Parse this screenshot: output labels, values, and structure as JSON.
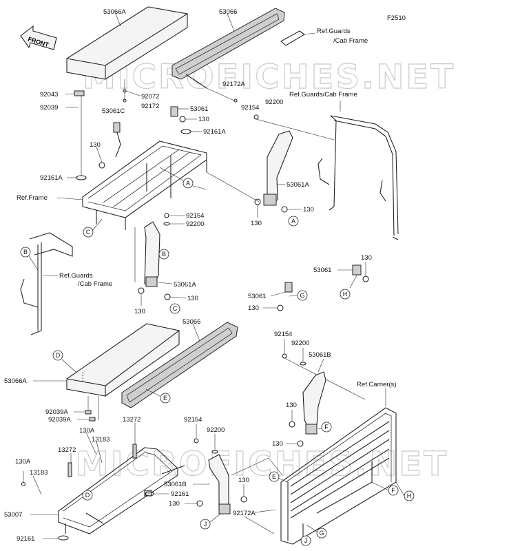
{
  "figure_code": "F2510",
  "front_label": "FRONT",
  "watermark": "MICROFICHES.NET",
  "labels": {
    "p53066a_top": "53066A",
    "p53066_top": "53066",
    "ref_guards_cab_1a": "Ref.Guards",
    "ref_guards_cab_1b": "/Cab Frame",
    "p92043": "92043",
    "p92039": "92039",
    "p92072": "92072",
    "p92172_a": "92172",
    "p92172a_top": "92172A",
    "p53061c": "53061C",
    "p53061_top": "53061",
    "p130_a": "130",
    "p92161a_top": "92161A",
    "p92154_top": "92154",
    "p92200_top": "92200",
    "ref_guards_cab_right": "Ref.Guards/Cab Frame",
    "p130_left": "130",
    "p92161a_left": "92161A",
    "ref_frame": "Ref.Frame",
    "p53061a_right": "53061A",
    "p130_right1": "130",
    "p130_right2": "130",
    "p92154_mid": "92154",
    "p92200_mid": "92200",
    "ref_guards_cab_2a": "Ref.Guards",
    "ref_guards_cab_2b": "/Cab Frame",
    "p53061a_mid": "53061A",
    "p130_mid1": "130",
    "p130_mid2": "130",
    "p53061_mid_right": "53061",
    "p130_h": "130",
    "p53061_g": "53061",
    "p130_g": "130",
    "p53066_bottom": "53066",
    "p92154_br": "92154",
    "p92200_br": "92200",
    "p53061b_br": "53061B",
    "ref_carriers": "Ref.Carrier(s)",
    "p53066a_bottom": "53066A",
    "p92039a_1": "92039A",
    "p92039a_2": "92039A",
    "p13272_1": "13272",
    "p130a_1": "130A",
    "p13183_1": "13183",
    "p13272_2": "13272",
    "p130_bf1": "130",
    "p130_bf2": "130",
    "p92154_bm": "92154",
    "p92200_bm": "92200",
    "p130a_2": "130A",
    "p13183_2": "13183",
    "p53061b_bm": "53061B",
    "p92161_bm": "92161",
    "p130_bm": "130",
    "p130_bm2": "130",
    "p92172a_bm": "92172A",
    "p53007": "53007",
    "p92161_bl": "92161"
  },
  "callouts": {
    "a1": "A",
    "a2": "A",
    "b1": "B",
    "b2": "B",
    "c1": "C",
    "c2": "C",
    "d1": "D",
    "d2": "D",
    "e1": "E",
    "e2": "E",
    "f1": "F",
    "f2": "F",
    "g1": "G",
    "g2": "G",
    "h1": "H",
    "h2": "H",
    "j1": "J",
    "j2": "J"
  }
}
